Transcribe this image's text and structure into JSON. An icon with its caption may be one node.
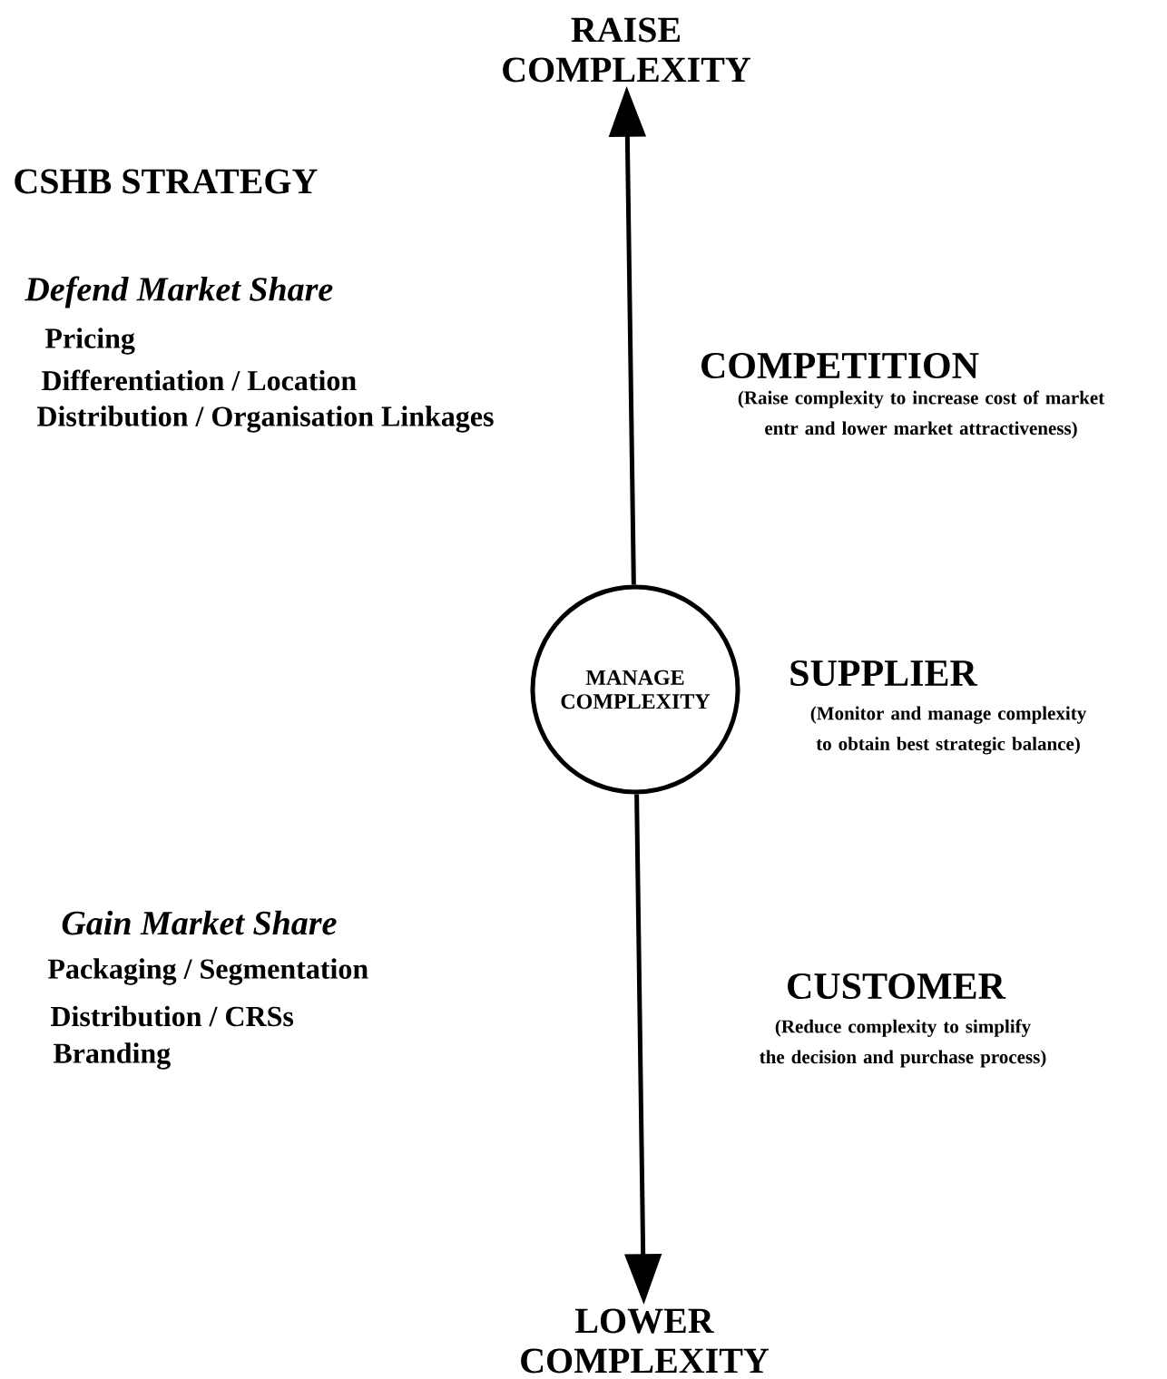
{
  "diagram": {
    "nodes": [
      {
        "text": [
          "RAISE COMPLEXITY"
        ]
      },
      {
        "text": [
          "MANAGE COMPLEXITY"
        ]
      },
      {
        "text": [
          "LOWER COMPLEXITY"
        ]
      }
    ],
    "edges": [
      {
        "from": 1,
        "to": 0,
        "arrow": "to"
      },
      {
        "from": 1,
        "to": 2,
        "arrow": "to"
      }
    ],
    "labels": [
      "CSHB STRATEGY",
      "Defend Market Share",
      "Pricing",
      "Differentiation / Location",
      "Distribution / Organisation Linkages",
      "COMPETITION",
      "(Raise complexity to increase cost of market entr and lower market attractiveness)",
      "SUPPLIER",
      "(Monitor and manage complexity to obtain best strategic balance)",
      "Gain Market Share",
      "Packaging / Segmentation",
      "Distribution / CRSs",
      "Branding",
      "CUSTOMER",
      "(Reduce complexity to simplify the decision and purchase process)"
    ]
  }
}
